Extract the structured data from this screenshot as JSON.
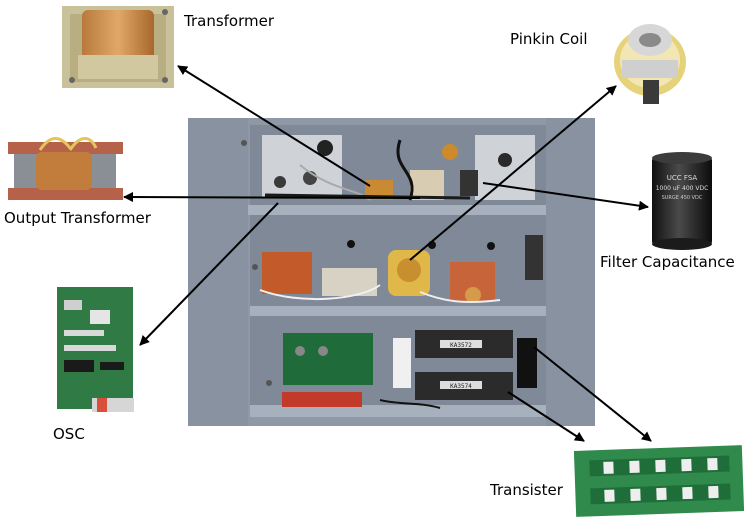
{
  "labels": {
    "transformer": "Transformer",
    "pinkin_coil": "Pinkin Coil",
    "output_transformer": "Output Transformer",
    "filter_capacitance": "Filter Capacitance",
    "osc": "OSC",
    "transister": "Transister"
  },
  "capacitor_text": {
    "brand": "UCC FSA",
    "rating": "1000 uF 400 VDC",
    "surge": "SURGE 450 VDC"
  },
  "boards": {
    "upper_module_label": "KA3572",
    "lower_module_label": "KA3574"
  }
}
